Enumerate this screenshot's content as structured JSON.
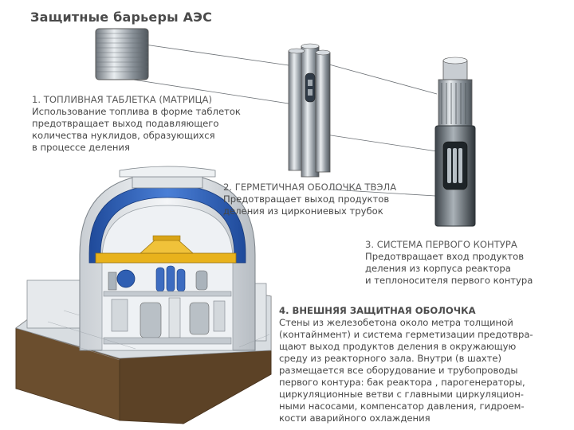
{
  "title": "Защитные барьеры АЭС",
  "barriers": [
    {
      "heading": "1. ТОПЛИВНАЯ ТАБЛЕТКА (МАТРИЦА)",
      "lines": [
        "Использование топлива в форме таблеток",
        "предотвращает выход подавляющего",
        "количества нуклидов, образующихся",
        "в процессе деления"
      ]
    },
    {
      "heading": "2. ГЕРМЕТИЧНАЯ ОБОЛОЧКА ТВЭЛА",
      "lines": [
        "Предотвращает выход продуктов",
        "деления из циркониевых трубок"
      ]
    },
    {
      "heading": "3. СИСТЕМА ПЕРВОГО КОНТУРА",
      "lines": [
        "Предотвращает вход продуктов",
        "деления из корпуса реактора",
        "и теплоносителя первого контура"
      ]
    },
    {
      "heading": "4. ВНЕШНЯЯ ЗАЩИТНАЯ ОБОЛОЧКА",
      "lines": [
        "Стены из железобетона около метра толщиной",
        "(контайнмент) и система герметизации предотвра-",
        "щают выход продуктов деления в окружающую",
        "среду из реакторного зала. Внутри (в шахте)",
        "размещается все оборудование и трубопроводы",
        "первого контура: бак реактора , парогенераторы,",
        "циркуляционные ветви с главными циркуляцион-",
        "ными насосами, компенсатор давления, гидроем-",
        "кости аварийного охлаждения"
      ]
    }
  ],
  "colors": {
    "containment_blue": "#2f5fb3",
    "crane_yellow": "#e8b21c",
    "concrete_brown": "#6b4e2e",
    "steel": "#9aa3ab"
  }
}
